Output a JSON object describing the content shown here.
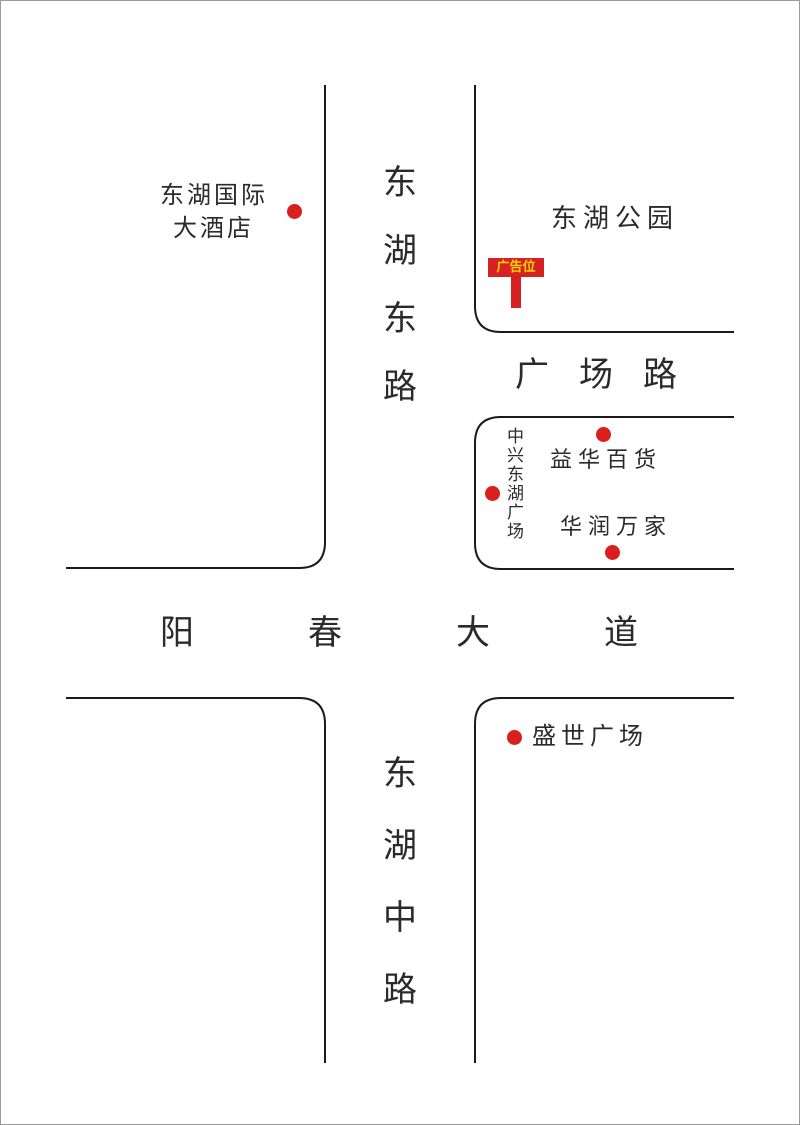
{
  "roads": {
    "donghu_east": "东湖东路",
    "guangchang": "广场路",
    "yangchun": "阳春大道",
    "donghu_middle": "东湖中路"
  },
  "pois": {
    "hotel_line1": "东湖国际",
    "hotel_line2": "大酒店",
    "park": "东湖公园",
    "yihua": "益华百货",
    "zhongxing": "中兴东湖广场",
    "huarun": "华润万家",
    "shengshi": "盛世广场"
  },
  "ad_sign": "广告位",
  "colors": {
    "marker": "#d9201f",
    "ad_bg": "#d62222",
    "ad_text": "#f5d400",
    "road_line": "#1a1a1a"
  }
}
